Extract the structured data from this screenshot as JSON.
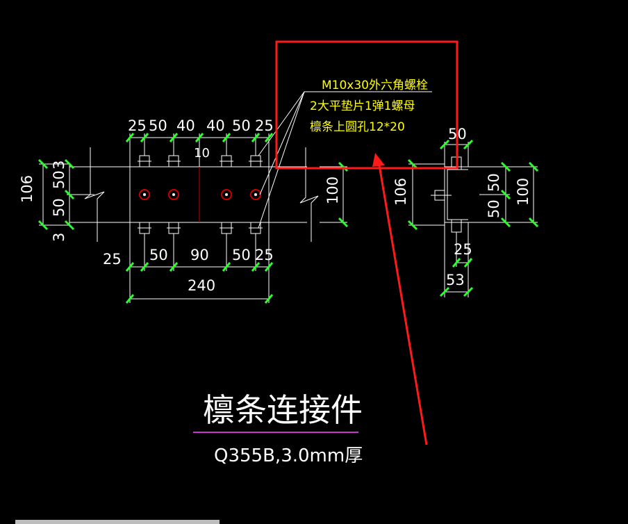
{
  "annotation": {
    "line1": "M10x30外六角螺栓",
    "line2": "2大平垫片1弹1螺母",
    "line3": "檩条上圆孔12*20"
  },
  "title": {
    "main": "檩条连接件",
    "material": "Q355B,3.0mm厚"
  },
  "plan": {
    "top_dims": [
      "25",
      "50",
      "40",
      "40",
      "50",
      "25"
    ],
    "bottom_dims": [
      "25",
      "50",
      "90",
      "50",
      "25"
    ],
    "total": "240",
    "gap": "10",
    "left_dims": [
      "106",
      "3",
      "50",
      "50",
      "3"
    ],
    "right_dim": "100"
  },
  "section": {
    "left_dim": "106",
    "top_dim": "50",
    "right_dims": [
      "50",
      "50",
      "100"
    ],
    "bottom_dims": [
      "25",
      "53"
    ]
  },
  "colors": {
    "background": "#000000",
    "line": "#ffffff",
    "dim_tick": "#2bff2b",
    "note_text": "#ffff00",
    "highlight": "#ff1a1a",
    "hole": "#cc0000",
    "underline": "#cc33cc"
  }
}
